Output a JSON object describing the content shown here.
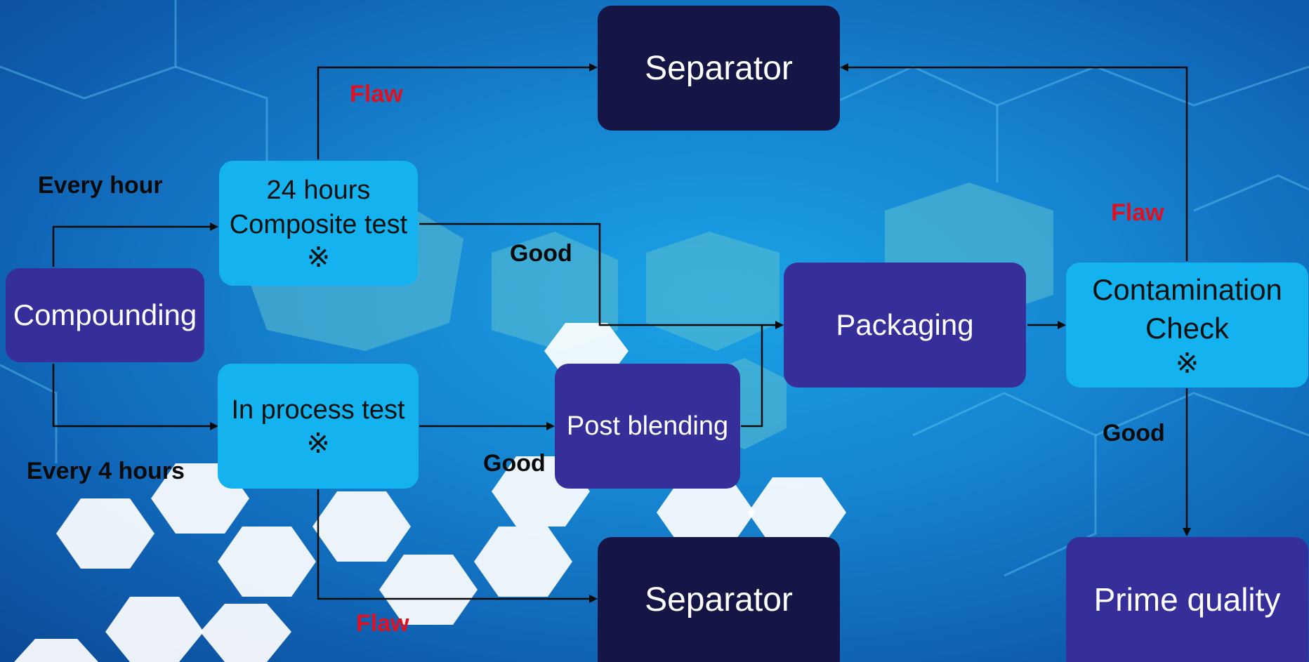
{
  "nodes": {
    "separator_top": "Separator",
    "separator_bottom": "Separator",
    "compounding": "Compounding",
    "composite_test_line1": "24 hours",
    "composite_test_line2": "Composite test",
    "composite_test_mark": "※",
    "in_process_test_line1": "In process test",
    "in_process_test_mark": "※",
    "post_blending": "Post blending",
    "packaging": "Packaging",
    "contamination_check_line1": "Contamination",
    "contamination_check_line2": "Check",
    "contamination_check_mark": "※",
    "prime_quality": "Prime quality"
  },
  "labels": {
    "every_hour": "Every hour",
    "every_4_hours": "Every 4 hours",
    "flaw_top": "Flaw",
    "flaw_right": "Flaw",
    "flaw_bottom": "Flaw",
    "good_composite": "Good",
    "good_in_process": "Good",
    "good_contamination": "Good"
  },
  "colors": {
    "separator_box": "#161646",
    "process_box": "#372f99",
    "test_box": "#14b2ee",
    "flaw_text": "#e01020",
    "good_text": "#0a0a0a"
  }
}
